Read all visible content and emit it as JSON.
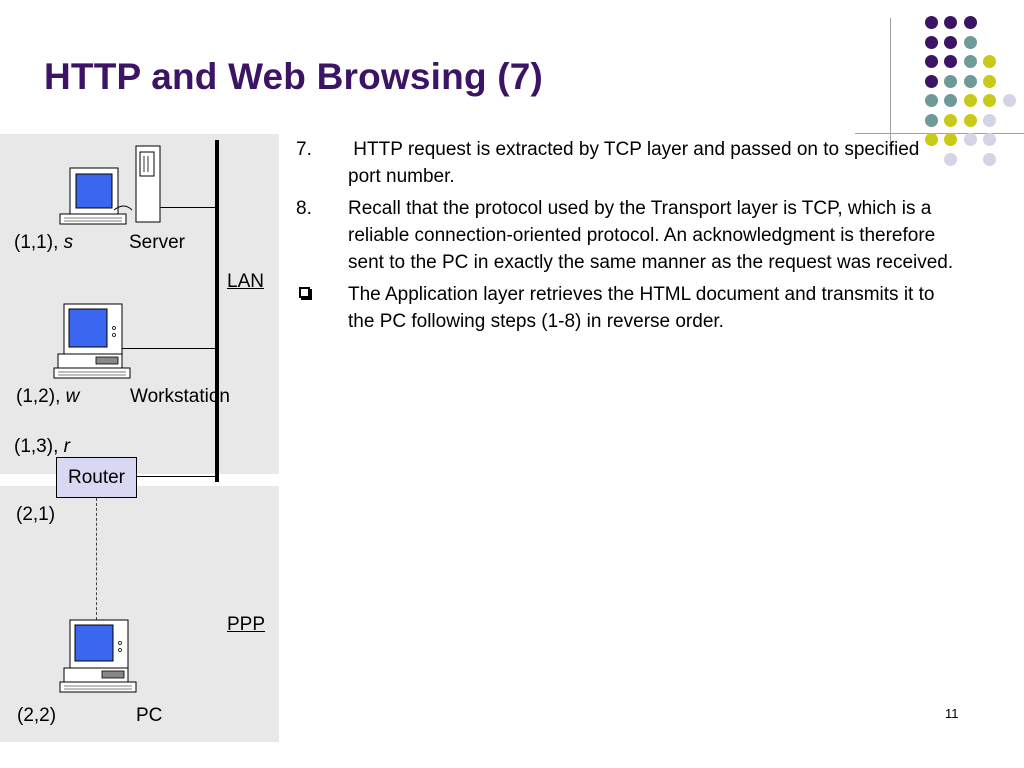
{
  "slide": {
    "title": "HTTP and Web Browsing (7)",
    "page_number": "11"
  },
  "decor": {
    "dot_colors": {
      "purple": "#3b1466",
      "teal": "#6f9a9a",
      "yellow": "#c9c91a",
      "lavender": "#d4d4e6"
    }
  },
  "diagram": {
    "server": {
      "address": "(1,1),",
      "host": "s",
      "label": "Server"
    },
    "workstation": {
      "address": "(1,2),",
      "host": "w",
      "label": "Workstation"
    },
    "router_addr": {
      "address": "(1,3),",
      "host": "r"
    },
    "router_label": "Router",
    "router_ppp_addr": "(2,1)",
    "pc": {
      "address": "(2,2)",
      "label": "PC"
    },
    "lan_label": "LAN",
    "ppp_label": "PPP"
  },
  "content": {
    "items": [
      {
        "marker": "7.",
        "text": " HTTP request is extracted by TCP layer and passed on to specified port number."
      },
      {
        "marker": "8.",
        "text": "Recall that the protocol used by the Transport layer is TCP, which is a reliable connection-oriented protocol. An acknowledgment is therefore sent to the PC in exactly the same manner as the request was received."
      },
      {
        "marker": "checkbox-bullet",
        "text": "The Application layer retrieves the HTML document and transmits it to the PC following steps (1-8) in reverse order."
      }
    ]
  }
}
